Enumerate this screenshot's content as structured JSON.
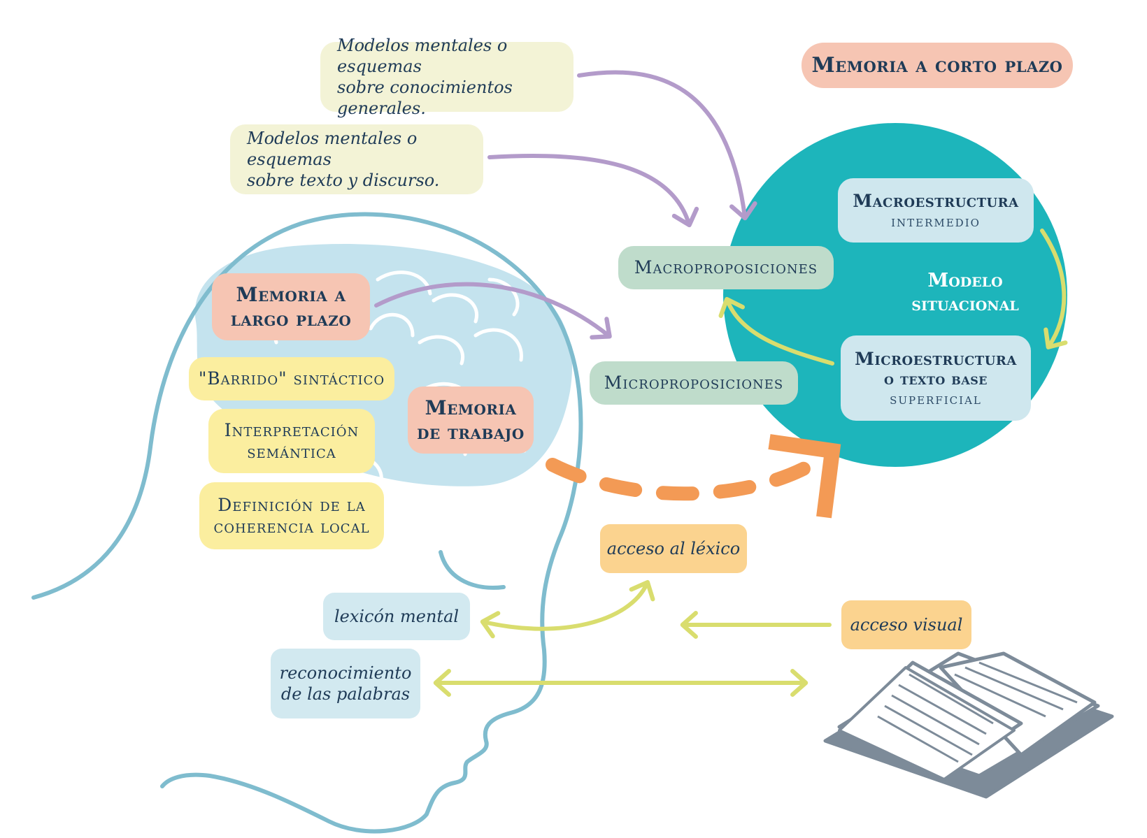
{
  "title": "Memoria a corto plazo",
  "schemas": {
    "general": [
      "Modelos mentales o esquemas",
      "sobre conocimientos generales."
    ],
    "text": [
      "Modelos mentales o esquemas",
      "sobre texto y discurso."
    ]
  },
  "circle": {
    "macro_title": "Macroestructura",
    "macro_sub": "intermedio",
    "center": [
      "Modelo",
      "situacional"
    ],
    "micro_title": [
      "Microestructura",
      "o texto base"
    ],
    "micro_sub": "superficial"
  },
  "propositions": {
    "macro": "Macroproposiciones",
    "micro": "Microproposiciones"
  },
  "memory": {
    "long_term": [
      "Memoria a",
      "largo plazo"
    ],
    "working": [
      "Memoria",
      "de trabajo"
    ]
  },
  "processes": {
    "syntactic": "\"Barrido\" sintáctico",
    "semantic": [
      "Interpretación",
      "semántica"
    ],
    "coherence": [
      "Definición de la",
      "coherencia local"
    ]
  },
  "lexical": {
    "lexicon_access": "acceso al léxico",
    "mental_lexicon": "lexicón mental",
    "word_recognition": [
      "reconocimiento",
      "de las palabras"
    ],
    "visual_access": "acceso visual"
  },
  "colors": {
    "teal_circle": "#1db5bb",
    "purple_arrow": "#b39bca",
    "lime_arrow": "#d9dd6e",
    "orange_arrow": "#f39a55",
    "head_outline": "#7fbcce",
    "brain_fill": "#c4e3ee",
    "book": "#7d8b99",
    "text": "#1f3b57"
  }
}
